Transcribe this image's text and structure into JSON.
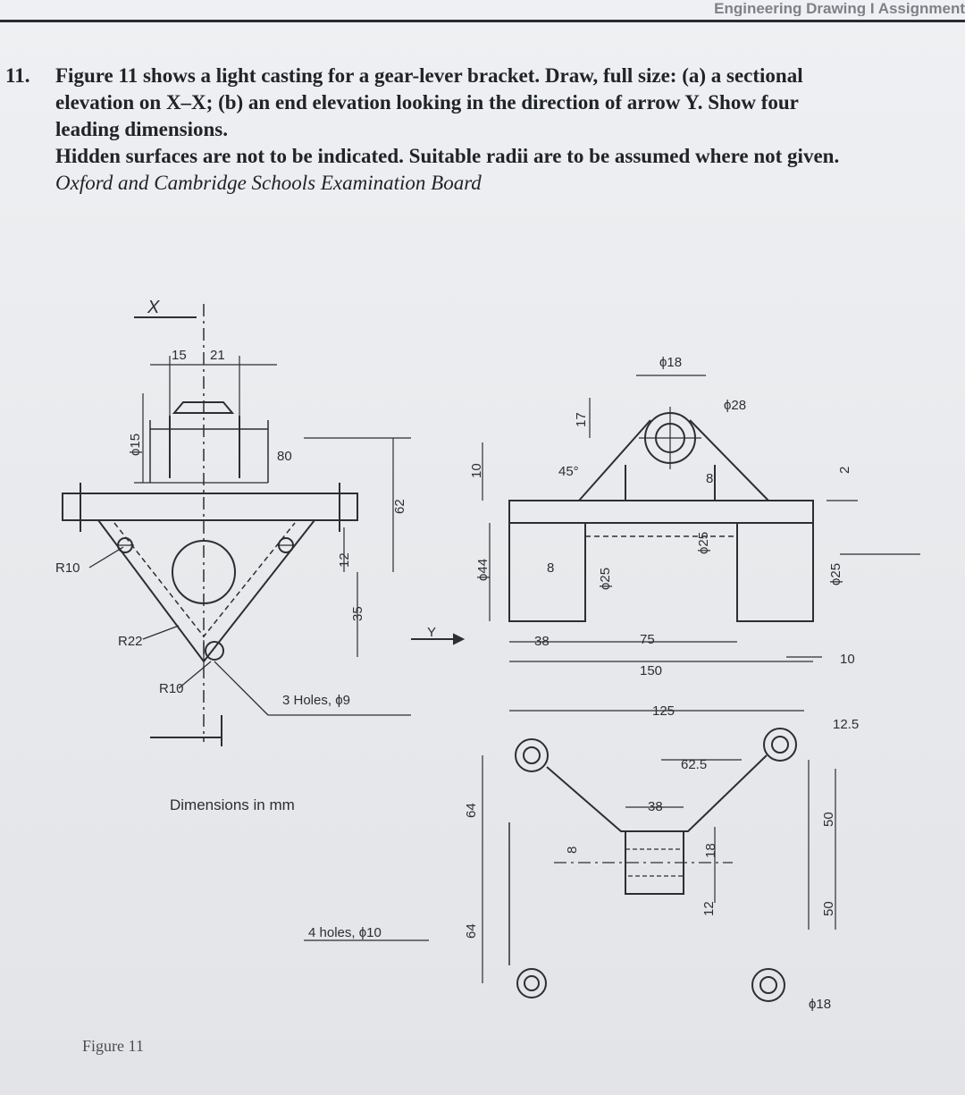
{
  "header": {
    "text": "Engineering Drawing I Assignment"
  },
  "problem": {
    "number": "11.",
    "line1": "Figure 11 shows a light casting for a gear-lever bracket. Draw, full size: (a) a sectional",
    "line2": "elevation on X–X; (b) an end elevation looking in the direction of arrow Y. Show four",
    "line3": "leading dimensions.",
    "line4": "Hidden surfaces are not to be indicated. Suitable radii are to be assumed where not given.",
    "source": "Oxford and Cambridge Schools Examination Board"
  },
  "figure": {
    "caption": "Figure 11",
    "units_note": "Dimensions in mm",
    "labels": {
      "x_section": "X",
      "y_arrow": "Y",
      "d15": "15",
      "d21": "21",
      "phi15": "ϕ15",
      "d80": "80",
      "d62": "62",
      "d12": "12",
      "d35": "35",
      "r10a": "R10",
      "r22": "R22",
      "r10b": "R10",
      "holes3": "3 Holes, ϕ9",
      "phi18": "ϕ18",
      "phi28": "ϕ28",
      "d17": "17",
      "d10": "10",
      "ang45": "45°",
      "d8a": "8",
      "phi44": "ϕ44",
      "phi25a": "ϕ25",
      "d8b": "8",
      "phi25b": "ϕ25",
      "d2": "2",
      "phi25c": "ϕ25",
      "d38a": "38",
      "d75": "75",
      "d150": "150",
      "d10b": "10",
      "d125": "125",
      "d12_5": "12.5",
      "d62_5": "62.5",
      "d38b": "38",
      "d64a": "64",
      "d8c": "8",
      "d18": "18",
      "d50a": "50",
      "d12b": "12",
      "d50b": "50",
      "d64b": "64",
      "holes4": "4 holes, ϕ10",
      "phi18b": "ϕ18"
    }
  }
}
